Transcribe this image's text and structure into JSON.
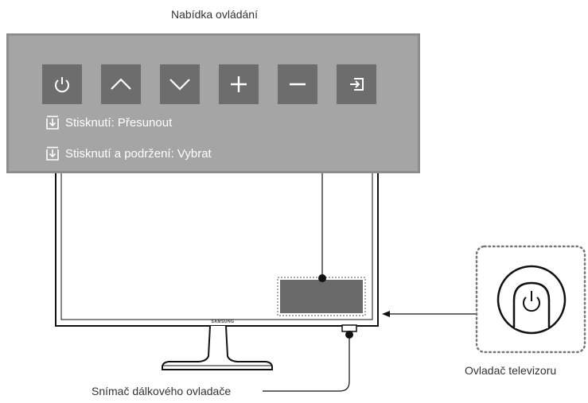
{
  "menu": {
    "title": "Nabídka ovládání",
    "buttons": [
      {
        "name": "power-button",
        "icon": "power-icon"
      },
      {
        "name": "channel-up-button",
        "icon": "chevron-up-icon"
      },
      {
        "name": "channel-down-button",
        "icon": "chevron-down-icon"
      },
      {
        "name": "volume-up-button",
        "icon": "plus-icon"
      },
      {
        "name": "volume-down-button",
        "icon": "minus-icon"
      },
      {
        "name": "source-button",
        "icon": "source-input-icon"
      }
    ],
    "hints": [
      {
        "icon": "press-down-icon",
        "text": "Stisknutí: Přesunout"
      },
      {
        "icon": "press-down-icon",
        "text": "Stisknutí a podržení: Vybrat"
      }
    ]
  },
  "tv": {
    "brand": "SAMSUNG"
  },
  "labels": {
    "remote_sensor": "Snímač dálkového ovladače",
    "tv_controller": "Ovladač televizoru"
  },
  "colors": {
    "panel_bg": "#a5a5a5",
    "panel_border": "#8d8d8d",
    "button_bg": "#6d6d6d",
    "controller_box": "#6a6a6a"
  }
}
